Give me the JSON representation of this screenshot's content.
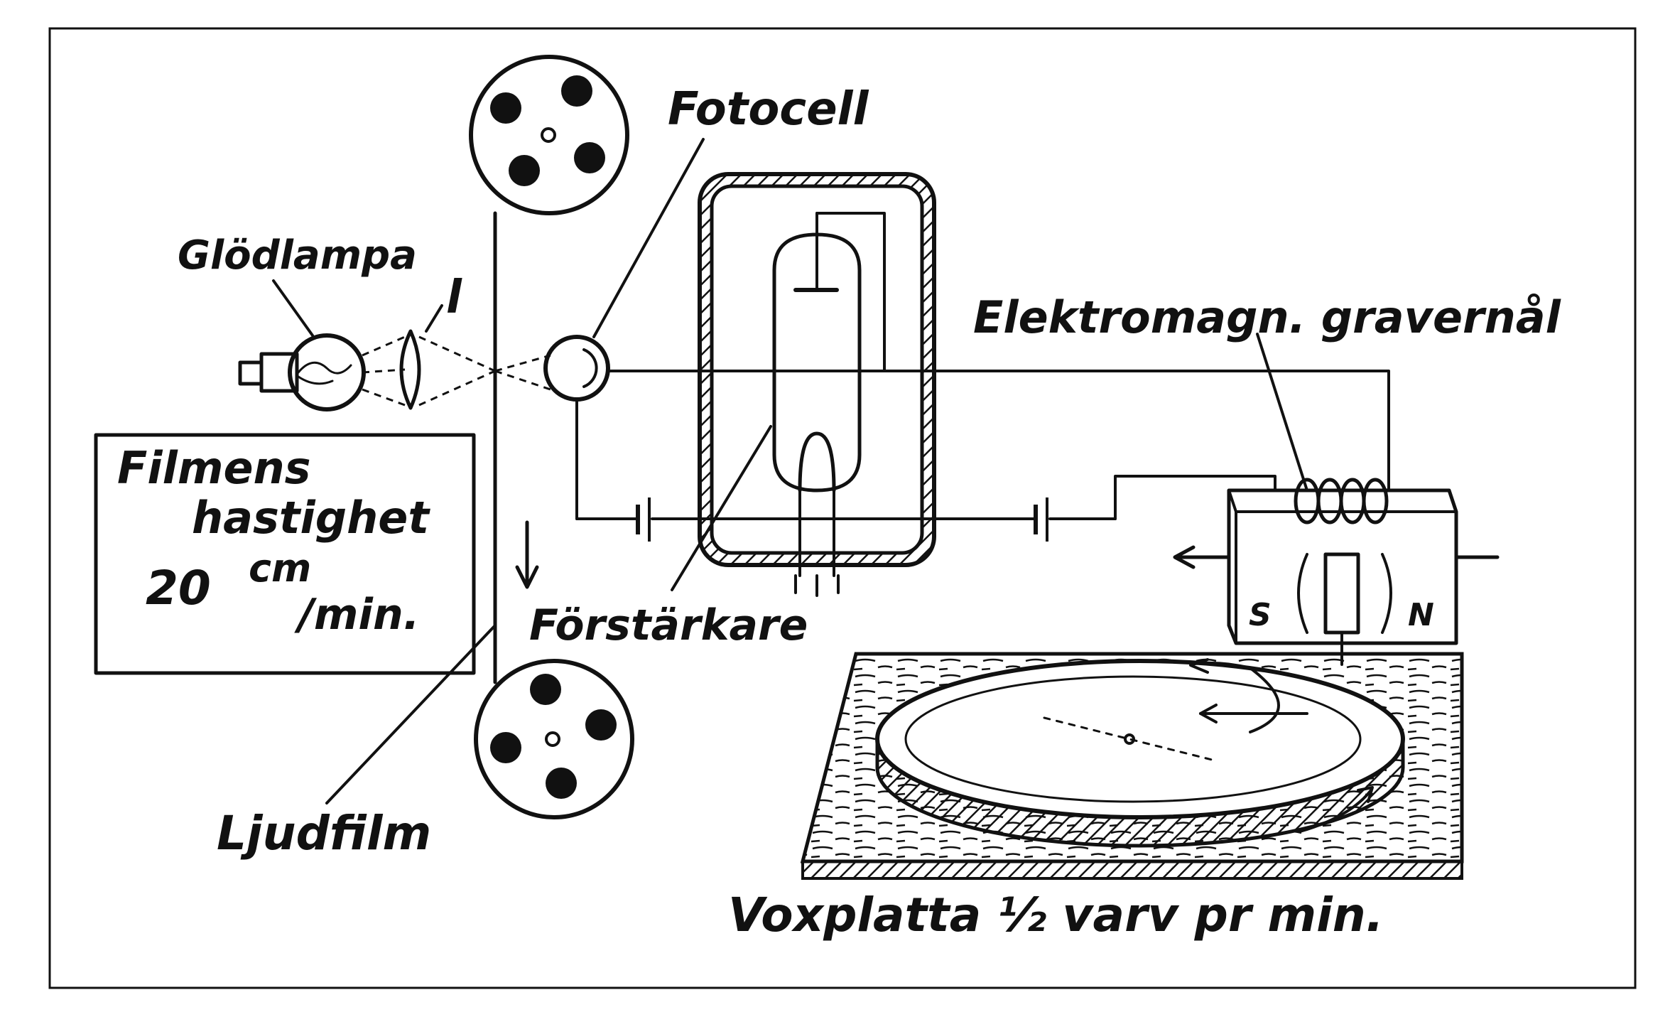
{
  "labels": {
    "fotocell": "Fotocell",
    "glodlampa": "Glödlampa",
    "lens_letter": "l",
    "elektromagn": "Elektromagn. gravernål",
    "filmens_line1": "Filmens",
    "filmens_line2": "hastighet",
    "speed_value": "20",
    "speed_unit_top": "cm",
    "speed_unit_bottom": "/min.",
    "forstarkare": "Förstärkare",
    "ljudfilm": "Ljudfilm",
    "voxplatta": "Voxplatta ½ varv pr min.",
    "pole_s": "S",
    "pole_n": "N"
  },
  "colors": {
    "ink": "#111111",
    "paper": "#ffffff"
  }
}
